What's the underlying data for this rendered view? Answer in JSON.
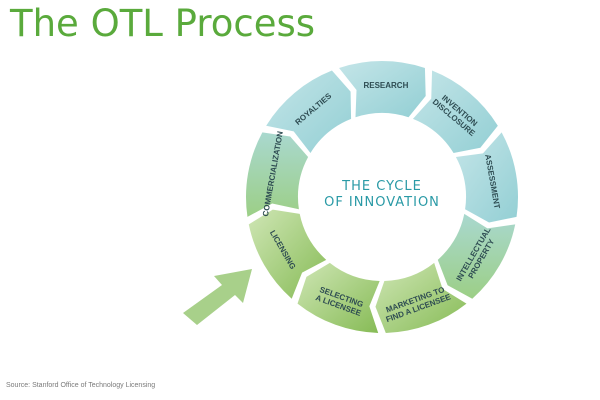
{
  "title": "The OTL Process",
  "source": "Source: Stanford Office of Technology Licensing",
  "center": {
    "line1": "THE CYCLE",
    "line2": "OF INNOVATION"
  },
  "segments": [
    {
      "lines": [
        "RESEARCH"
      ]
    },
    {
      "lines": [
        "INVENTION",
        "DISCLOSURE"
      ]
    },
    {
      "lines": [
        "ASSESSMENT"
      ]
    },
    {
      "lines": [
        "INTELLECTUAL",
        "PROPERTY"
      ]
    },
    {
      "lines": [
        "MARKETING TO",
        "FIND A LICENSEE"
      ]
    },
    {
      "lines": [
        "SELECTING",
        "A LICENSEE"
      ]
    },
    {
      "lines": [
        "LICENSING"
      ]
    },
    {
      "lines": [
        "COMMERCIALIZATION"
      ]
    },
    {
      "lines": [
        "ROYALTIES"
      ]
    }
  ],
  "colors": {
    "title": "#5aaa3c",
    "teal_light": "#b7dfe2",
    "teal_dark": "#8ecdd2",
    "green_light": "#c3e0a6",
    "green_dark": "#8dc05d",
    "arrow": "#a8d08a",
    "center_text": "#2a9aa6",
    "label_text": "#2e4c52"
  }
}
